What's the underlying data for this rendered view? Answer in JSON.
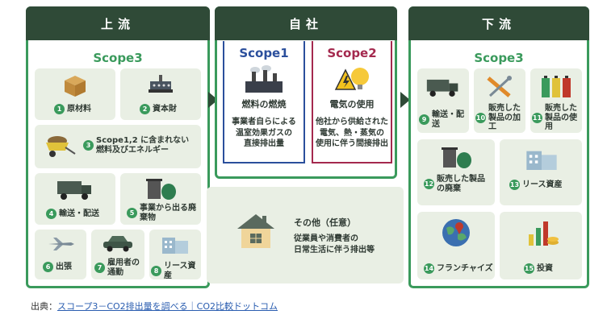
{
  "upstream": {
    "header": "上流",
    "scope": "Scope3",
    "items": [
      {
        "num": "1",
        "label": "原材料"
      },
      {
        "num": "2",
        "label": "資本財"
      },
      {
        "num": "3",
        "label": "Scope1,2 に含まれない燃料及びエネルギー"
      },
      {
        "num": "4",
        "label": "輸送・配送"
      },
      {
        "num": "5",
        "label": "事業から出る廃棄物"
      },
      {
        "num": "6",
        "label": "出張"
      },
      {
        "num": "7",
        "label": "雇用者の通勤"
      },
      {
        "num": "8",
        "label": "リース資産"
      }
    ]
  },
  "company": {
    "header": "自社",
    "scope1": {
      "title": "Scope1",
      "subtitle": "燃料の燃焼",
      "desc": [
        "事業者自らによる",
        "温室効果ガスの",
        "直接排出量"
      ],
      "color": "#2b4f9c"
    },
    "scope2": {
      "title": "Scope2",
      "subtitle": "電気の使用",
      "desc": [
        "他社から供給された",
        "電気、熱・蒸気の",
        "使用に伴う間接排出"
      ],
      "color": "#a4294e"
    },
    "other": {
      "title": "その他（任意）",
      "desc": [
        "従業員や消費者の",
        "日常生活に伴う排出等"
      ]
    }
  },
  "downstream": {
    "header": "下流",
    "scope": "Scope3",
    "items": [
      {
        "num": "9",
        "label": "輸送・配送"
      },
      {
        "num": "10",
        "label": "販売した製品の加工"
      },
      {
        "num": "11",
        "label": "販売した製品の使用"
      },
      {
        "num": "12",
        "label": "販売した製品の廃棄"
      },
      {
        "num": "13",
        "label": "リース資産"
      },
      {
        "num": "14",
        "label": "フランチャイズ"
      },
      {
        "num": "15",
        "label": "投資"
      }
    ]
  },
  "footer": {
    "prefix": "出典：",
    "link": "スコープ3－CO2排出量を調べる｜CO2比較ドットコム"
  },
  "colors": {
    "accent": "#3a9a5c",
    "header_bg": "#2f4a37",
    "card_bg": "#e9efe4"
  }
}
